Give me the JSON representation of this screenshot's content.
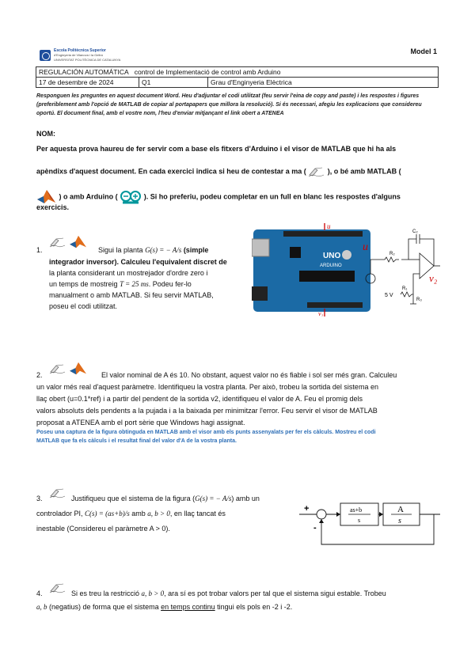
{
  "logo": {
    "line1": "Escola Politècnica Superior",
    "line2": "d'Enginyeria de Vilanova i la Geltrú",
    "line3": "UNIVERSITAT POLITÈCNICA DE CATALUNYA"
  },
  "model": "Model 1",
  "header": {
    "course": "REGULACIÓN AUTOMÁTICA",
    "topic": "control de Implementació de control amb Arduino",
    "date": "17 de desembre de 2024",
    "term": "Q1",
    "degree": "Grau d'Enginyeria Elèctrica"
  },
  "intro": "Responguen les preguntes en aquest document Word. Heu d'adjuntar el codi utilitzat (feu servir l'eina de copy and paste) i les respostes i figures (preferiblement amb l'opció de MATLAB de copiar al portapapers que millora la resolució). Si és necessari, afegiu les explicacions que considereu oportú. El document final, amb el vostre nom, l'heu d'enviar mitjançant el link obert a ATENEA",
  "nom": "NOM:",
  "instructions": {
    "a": "Per aquesta prova haureu de fer servir com a base els fitxers d'Arduino i el visor de MATLAB que hi ha als",
    "b1": "apèndixs d'aquest document. En cada exercici indica si heu de contestar a ma (",
    "b2": "), o bé amb MATLAB (",
    "c1": ") o amb Arduino (",
    "c2": "). Si ho preferiu, podeu completar en un full en blanc les respostes d'alguns",
    "d": "exercicis."
  },
  "q1": {
    "num": "1.",
    "l1a": "Sigui la planta",
    "l1b": "G(s) = − A/s",
    "l1c": "(simple",
    "l2": "integrador inversor). Calculeu l'equivalent discret de",
    "l3": "la planta considerant un mostrejador d'ordre zero i",
    "l4a": "un temps de mostreig",
    "l4b": "T = 25 ms",
    "l4c": ". Podeu fer-lo",
    "l5": "manualment o amb MATLAB. Si feu servir MATLAB,",
    "l6": "poseu el codi utilitzat."
  },
  "board": {
    "u": "u",
    "v2": "v₂",
    "uno": "UNO",
    "brand": "ARDUINO"
  },
  "circuit": {
    "u": "u",
    "v2": "v₂",
    "c": "C₂",
    "r2": "R₂",
    "r1": "R₁",
    "r3": "R₃",
    "src": "5 V"
  },
  "q2": {
    "num": "2.",
    "l1": "El valor nominal de A és 10. No obstant, aquest valor no és fiable i sol ser més gran. Calculeu",
    "l2": "un valor més real d'aquest paràmetre. Identifiqueu la vostra planta. Per això, trobeu la sortida del sistema en",
    "l3": "llaç obert (u=0.1*ref) i a partir del pendent de la sortida v2, identifiqueu el valor de A. Feu el promig dels",
    "l4": "valors absoluts dels pendents a la pujada i a la baixada per minimitzar l'error. Feu servir el visor de MATLAB",
    "l5": "proposat a ATENEA amb el port sèrie que Windows hagi assignat.",
    "n1": "Poseu una captura de la figura obtinguda en MATLAB amb el visor amb els punts assenyalats per fer els càlculs. Mostreu el codi",
    "n2": "MATLAB que fa els càlculs i el resultat final del valor d'A de la vostra planta."
  },
  "q3": {
    "num": "3.",
    "l1a": "Justifiqueu que el sistema de la figura (",
    "l1b": "G(s) = − A/s",
    "l1c": ") amb un",
    "l2a": "controlador PI,",
    "l2b": "C(s) = (as+b)/s",
    "l2c": "amb",
    "l2d": "a, b > 0",
    "l2e": ", en llaç tancat és",
    "l3": "inestable (Considereu el paràmetre A > 0)."
  },
  "block": {
    "plus": "+",
    "minus": "−",
    "c_num": "as+b",
    "c_den": "s",
    "g_num": "A",
    "g_den": "s",
    "fb": "-"
  },
  "q4": {
    "num": "4.",
    "l1a": "Si es treu la restricció",
    "l1b": "a, b > 0",
    "l1c": ", ara sí es pot trobar valors per tal que el sistema sigui estable. Trobeu",
    "l2a": "a, b",
    "l2b": "(negatius) de forma que el sistema",
    "l2c": "en temps continu",
    "l2d": "tingui els pols en -2 i -2."
  }
}
